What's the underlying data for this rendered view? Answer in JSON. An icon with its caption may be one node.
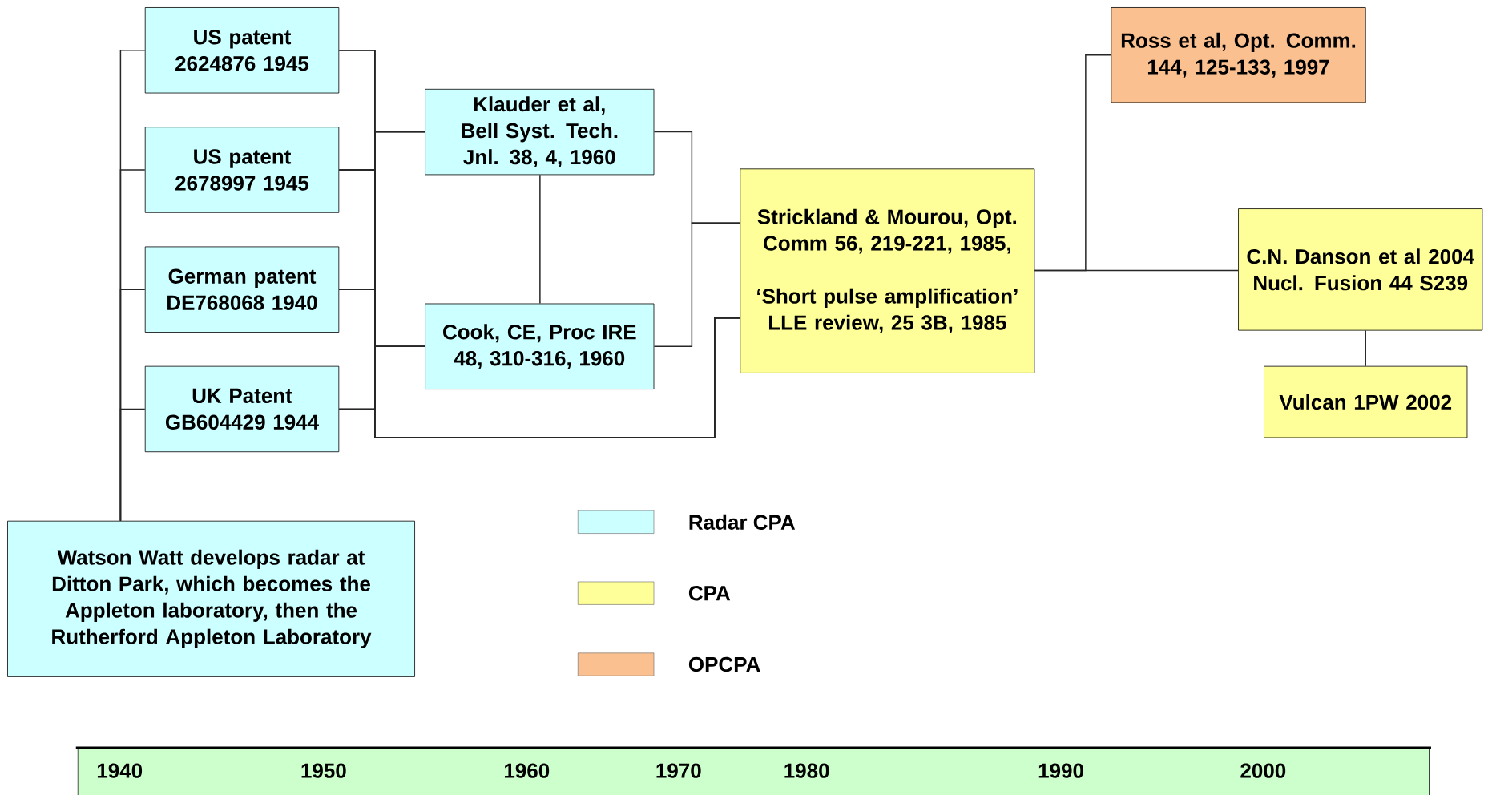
{
  "diagram": {
    "nodes": [
      {
        "text": [
          "US patent 2624876 1945"
        ]
      },
      {
        "text": [
          "US patent 2678997 1945"
        ]
      },
      {
        "text": [
          "German patent DE768068 1940"
        ]
      },
      {
        "text": [
          "UK Patent GB604429 1944"
        ]
      },
      {
        "text": [
          "Klauder et al, Bell Syst. Tech. Jnl. 38, 4, 1960"
        ]
      },
      {
        "text": [
          "Cook, CE, Proc IRE 48, 310-316, 1960"
        ]
      },
      {
        "text": [
          "Strickland & Mourou, Opt. Comm 56, 219-221, 1985,",
          "‘Short pulse amplification’ LLE review, 25 3B, 1985"
        ]
      },
      {
        "text": [
          "Ross et al,  Opt. Comm. 144, 125-133, 1997"
        ]
      },
      {
        "text": [
          "C.N. Danson et al 2004 Nucl. Fusion 44 S239"
        ]
      },
      {
        "text": [
          "Vulcan 1PW 2002"
        ]
      },
      {
        "text": [
          "Watson Watt develops radar at Ditton Park, which becomes the Appleton laboratory, then the Rutherford Appleton Laboratory"
        ]
      }
    ],
    "edges": [
      {
        "from": 10,
        "to": 0,
        "arrow": "none"
      },
      {
        "from": 10,
        "to": 1,
        "arrow": "none"
      },
      {
        "from": 10,
        "to": 2,
        "arrow": "none"
      },
      {
        "from": 10,
        "to": 3,
        "arrow": "none"
      },
      {
        "from": 0,
        "to": 4,
        "arrow": "none"
      },
      {
        "from": 1,
        "to": 4,
        "arrow": "none"
      },
      {
        "from": 2,
        "to": 4,
        "arrow": "none"
      },
      {
        "from": 3,
        "to": 4,
        "arrow": "none"
      },
      {
        "from": 0,
        "to": 5,
        "arrow": "none"
      },
      {
        "from": 1,
        "to": 5,
        "arrow": "none"
      },
      {
        "from": 2,
        "to": 5,
        "arrow": "none"
      },
      {
        "from": 3,
        "to": 5,
        "arrow": "none"
      },
      {
        "from": 0,
        "to": 6,
        "arrow": "none"
      },
      {
        "from": 1,
        "to": 6,
        "arrow": "none"
      },
      {
        "from": 2,
        "to": 6,
        "arrow": "none"
      },
      {
        "from": 3,
        "to": 6,
        "arrow": "none"
      },
      {
        "from": 4,
        "to": 5,
        "arrow": "none"
      },
      {
        "from": 4,
        "to": 6,
        "arrow": "none"
      },
      {
        "from": 5,
        "to": 6,
        "arrow": "none"
      },
      {
        "from": 6,
        "to": 7,
        "arrow": "none"
      },
      {
        "from": 6,
        "to": 8,
        "arrow": "none"
      },
      {
        "from": 8,
        "to": 9,
        "arrow": "none"
      }
    ],
    "labels": [
      "1940",
      "1950",
      "1960",
      "1970",
      "1980",
      "1990",
      "2000"
    ],
    "legend": [
      {
        "text": "Radar CPA",
        "color": "#ccffff"
      },
      {
        "text": "CPA",
        "color": "#ffff99"
      },
      {
        "text": "OPCPA",
        "color": "#fac090"
      }
    ]
  }
}
